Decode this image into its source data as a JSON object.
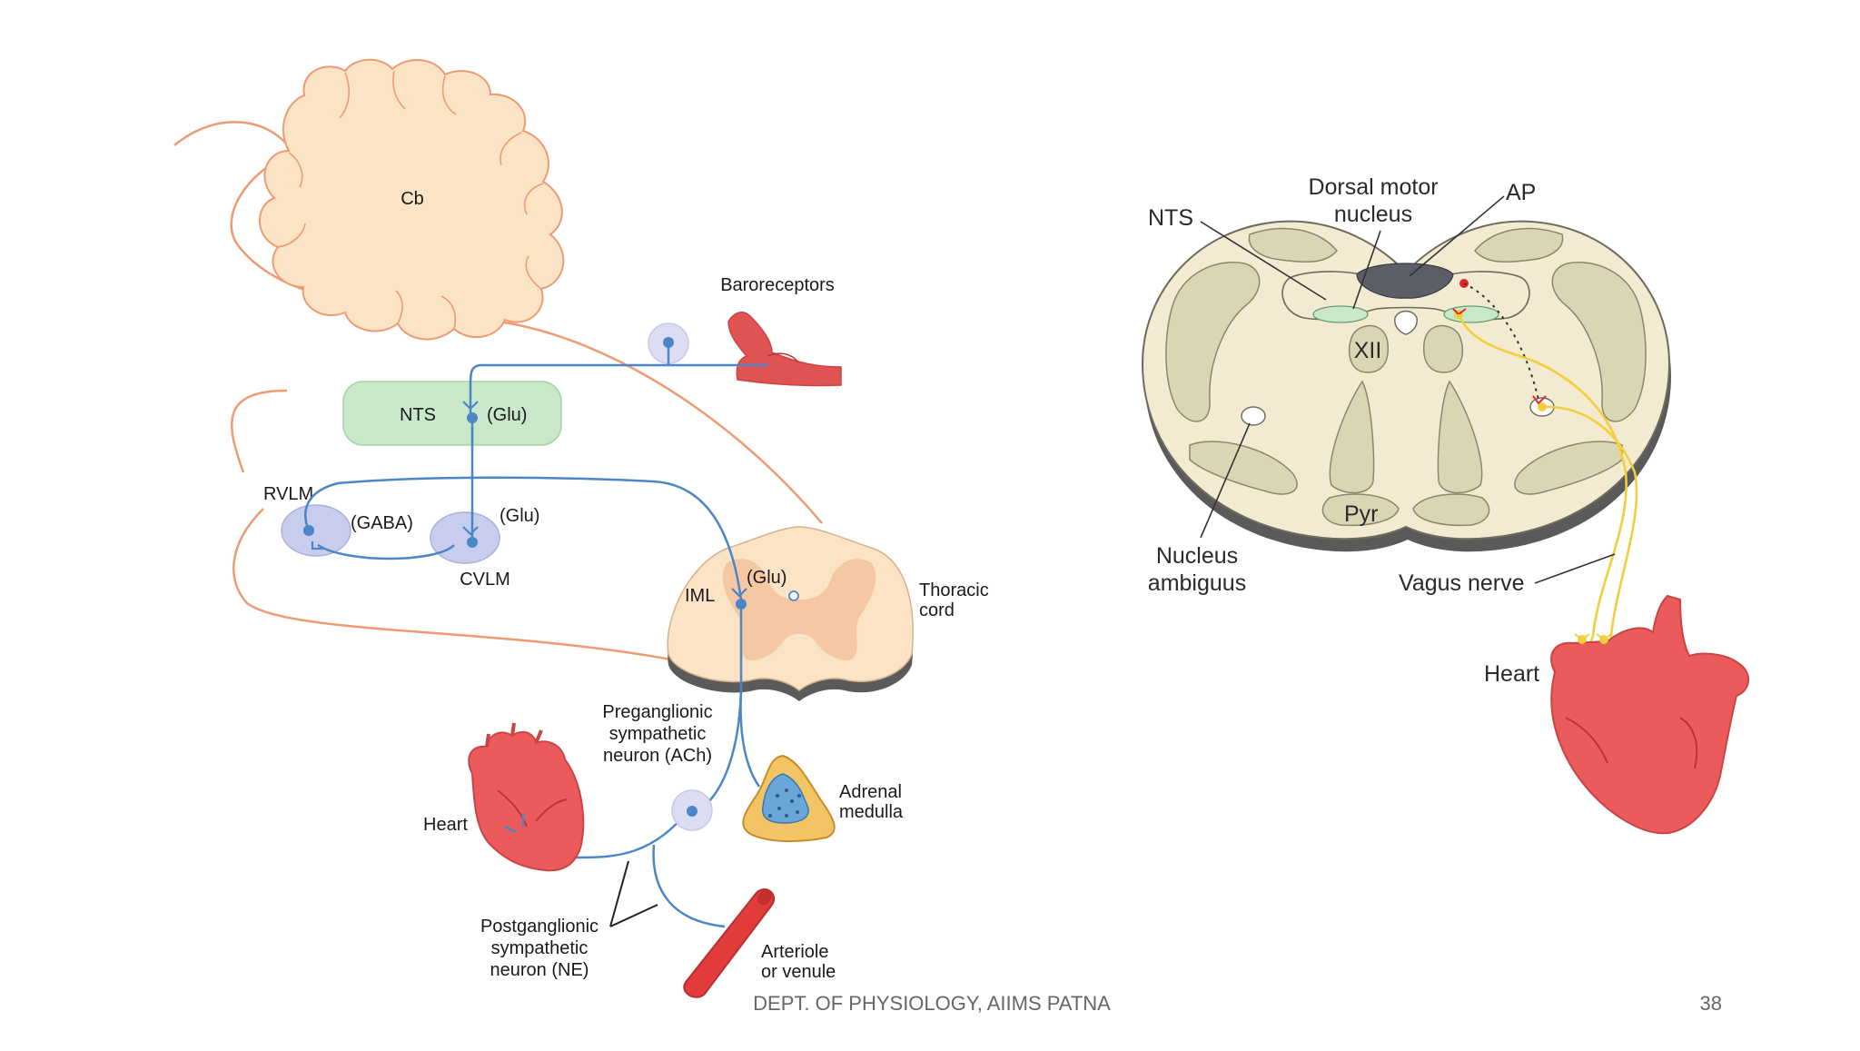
{
  "left": {
    "cb": "Cb",
    "baroreceptors": "Baroreceptors",
    "nts": "NTS",
    "nts_glu": "(Glu)",
    "rvlm": "RVLM",
    "gaba": "(GABA)",
    "cvlm_glu": "(Glu)",
    "cvlm": "CVLM",
    "iml": "IML",
    "iml_glu": "(Glu)",
    "thoracic": [
      "Thoracic",
      "cord"
    ],
    "preganglionic": [
      "Preganglionic",
      "sympathetic",
      "neuron (ACh)"
    ],
    "adrenal": [
      "Adrenal",
      "medulla"
    ],
    "heart": "Heart",
    "postganglionic": [
      "Postganglionic",
      "sympathetic",
      "neuron (NE)"
    ],
    "arteriole": [
      "Arteriole",
      "or venule"
    ]
  },
  "right": {
    "dorsal_motor": [
      "Dorsal motor",
      "nucleus"
    ],
    "ap": "AP",
    "nts": "NTS",
    "xii": "XII",
    "pyr": "Pyr",
    "nucleus_ambiguus": [
      "Nucleus",
      "ambiguus"
    ],
    "vagus": "Vagus nerve",
    "heart": "Heart"
  },
  "footer": {
    "dept": "DEPT. OF PHYSIOLOGY, AIIMS PATNA",
    "page": "38"
  },
  "colors": {
    "neuron_blue": "#4a86c8",
    "orange_tract": "#ee9a72",
    "vagal_yellow": "#f2cf3a",
    "heart_red": "#ec5b5b",
    "nts_green": "#c9e8c9",
    "cerebellum": "#fbe3c6"
  }
}
